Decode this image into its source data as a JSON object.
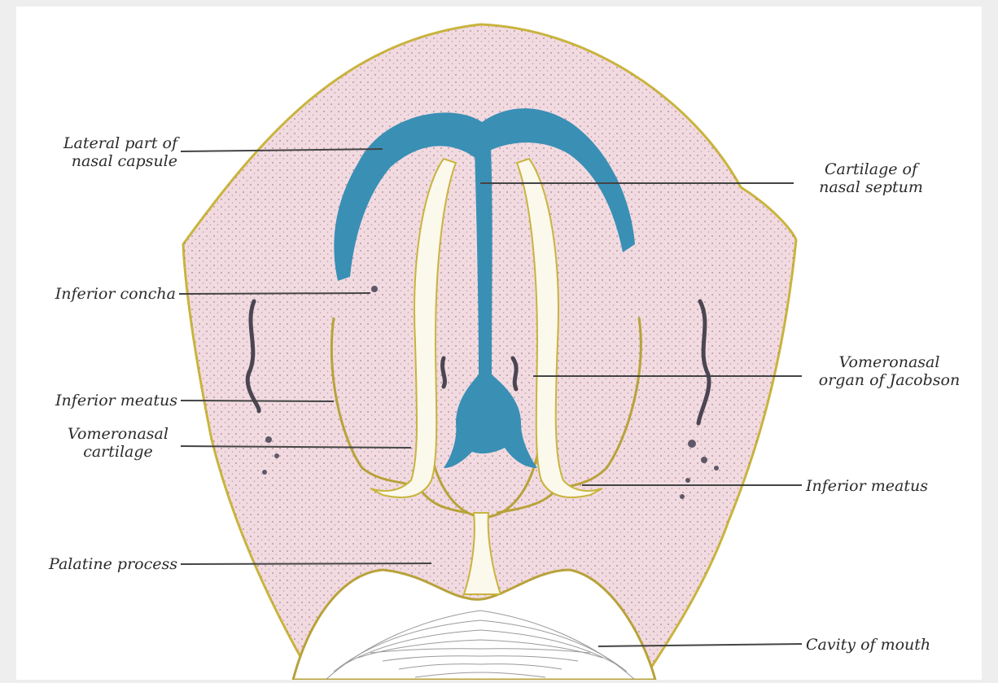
{
  "figure": {
    "labels": {
      "lateral_capsule": [
        "Lateral part of",
        "nasal capsule"
      ],
      "inferior_concha": "Inferior concha",
      "inferior_meatus_left": "Inferior meatus",
      "vomeronasal_cartilage": [
        "Vomeronasal",
        "cartilage"
      ],
      "palatine_process": "Palatine process",
      "septum_cartilage": [
        "Cartilage of",
        "nasal septum"
      ],
      "vomeronasal_organ": [
        "Vomeronasal",
        "organ of Jacobson"
      ],
      "inferior_meatus_right": "Inferior meatus",
      "cavity_of_mouth": "Cavity of mouth"
    },
    "colors": {
      "background": "#eeeeee",
      "tissue": "#f1dbe1",
      "tissue_outline": "#c9b43c",
      "cartilage": "#3a8fb4",
      "bone": "#fbf8ec",
      "leader_line": "#444444",
      "stipple": "#b07f8f"
    }
  }
}
